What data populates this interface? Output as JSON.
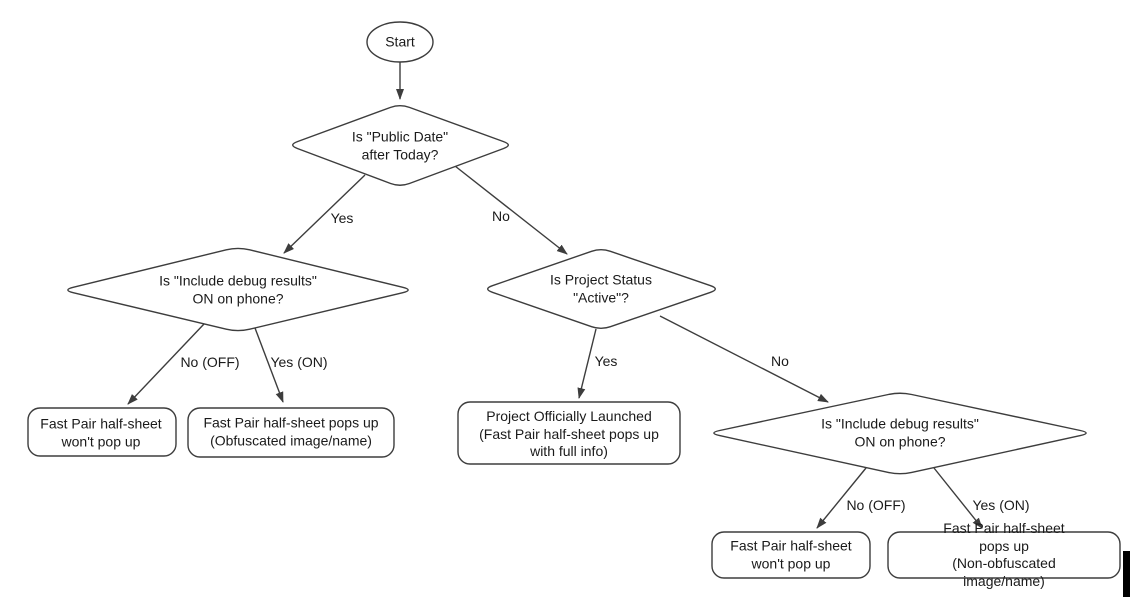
{
  "colors": {
    "background": "#ffffff",
    "shape_fill": "#ffffff",
    "shape_stroke": "#3d3d3d",
    "text": "#1a1a1a",
    "cursor": "#000000"
  },
  "nodes": {
    "start": {
      "label": "Start"
    },
    "decision_public_date": {
      "label": "Is \"Public Date\"\nafter Today?"
    },
    "decision_debug_left": {
      "label": "Is \"Include debug results\"\nON on phone?"
    },
    "decision_project_status": {
      "label": "Is Project Status\n\"Active\"?"
    },
    "decision_debug_right": {
      "label": "Is \"Include debug results\"\nON on phone?"
    },
    "result_wont_popup_left": {
      "label": "Fast Pair half-sheet\nwon't pop up"
    },
    "result_obfuscated": {
      "label": "Fast Pair half-sheet pops up\n(Obfuscated image/name)"
    },
    "result_launched": {
      "label": "Project Officially Launched\n(Fast Pair half-sheet pops up\nwith full info)"
    },
    "result_wont_popup_right": {
      "label": "Fast Pair half-sheet\nwon't pop up"
    },
    "result_non_obfuscated": {
      "label": "Fast Pair half-sheet pops up\n(Non-obfuscated image/name)"
    }
  },
  "edge_labels": {
    "public_date_yes": "Yes",
    "public_date_no": "No",
    "debug_left_no": "No (OFF)",
    "debug_left_yes": "Yes (ON)",
    "project_status_yes": "Yes",
    "project_status_no": "No",
    "debug_right_no": "No (OFF)",
    "debug_right_yes": "Yes (ON)"
  }
}
